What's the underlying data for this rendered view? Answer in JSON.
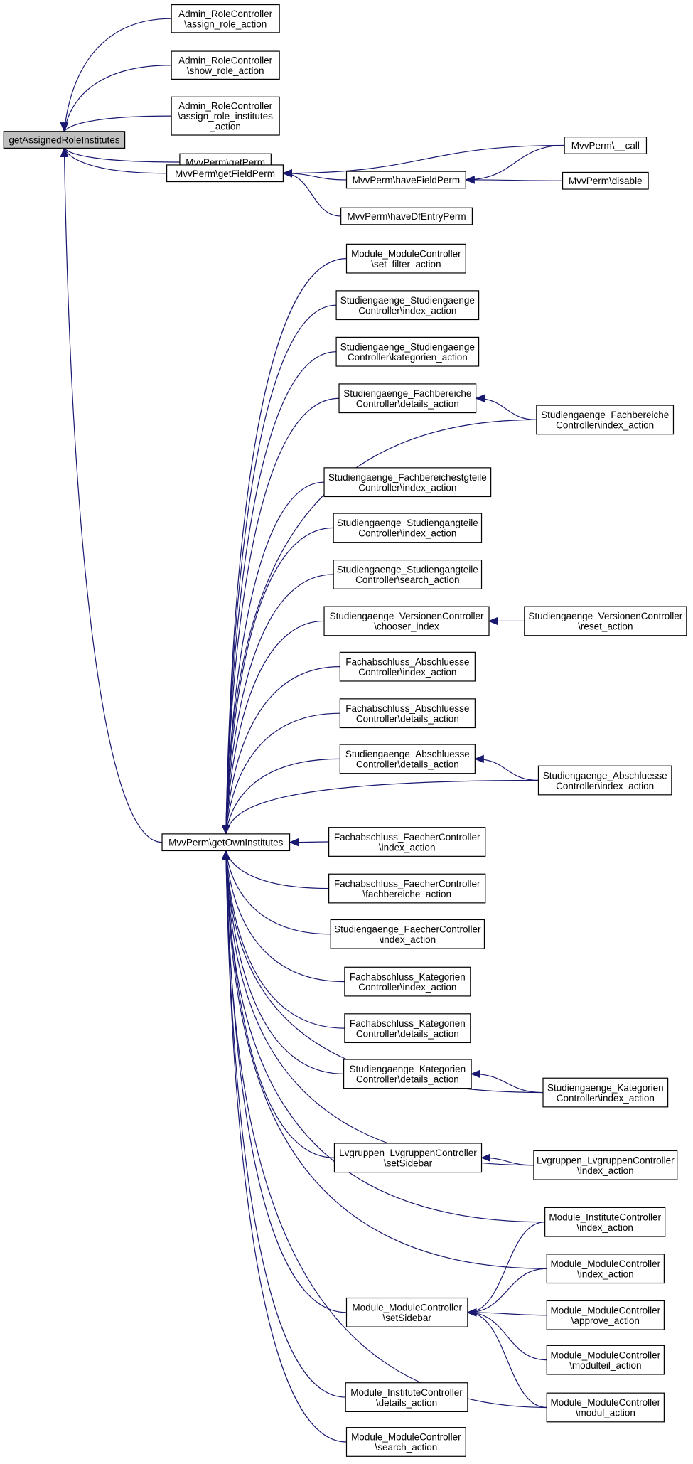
{
  "nodes": {
    "root": [
      "getAssignedRoleInstitutes"
    ],
    "arc_assign_role": [
      "Admin_RoleController",
      "\\assign_role_action"
    ],
    "arc_show_role": [
      "Admin_RoleController",
      "\\show_role_action"
    ],
    "arc_assign_inst": [
      "Admin_RoleController",
      "\\assign_role_institutes",
      "_action"
    ],
    "mvv_getperm": [
      "MvvPerm\\getPerm"
    ],
    "mvv_getfieldperm": [
      "MvvPerm\\getFieldPerm"
    ],
    "mvv_call": [
      "MvvPerm\\__call"
    ],
    "mvv_havefieldperm": [
      "MvvPerm\\haveFieldPerm"
    ],
    "mvv_disable": [
      "MvvPerm\\disable"
    ],
    "mvv_havedfentryperm": [
      "MvvPerm\\haveDfEntryPerm"
    ],
    "mvv_getowninst": [
      "MvvPerm\\getOwnInstitutes"
    ],
    "mod_set_filter": [
      "Module_ModuleController",
      "\\set_filter_action"
    ],
    "sg_index": [
      "Studiengaenge_Studiengaenge",
      "Controller\\index_action"
    ],
    "sg_kategorien": [
      "Studiengaenge_Studiengaenge",
      "Controller\\kategorien_action"
    ],
    "sg_fb_details": [
      "Studiengaenge_Fachbereiche",
      "Controller\\details_action"
    ],
    "sg_fb_index": [
      "Studiengaenge_Fachbereiche",
      "Controller\\index_action"
    ],
    "sg_fbst_index": [
      "Studiengaenge_Fachbereichestgteile",
      "Controller\\index_action"
    ],
    "sg_sgt_index": [
      "Studiengaenge_Studiengangteile",
      "Controller\\index_action"
    ],
    "sg_sgt_search": [
      "Studiengaenge_Studiengangteile",
      "Controller\\search_action"
    ],
    "sg_ver_chooser": [
      "Studiengaenge_VersionenController",
      "\\chooser_index"
    ],
    "sg_ver_reset": [
      "Studiengaenge_VersionenController",
      "\\reset_action"
    ],
    "fa_abs_index": [
      "Fachabschluss_Abschluesse",
      "Controller\\index_action"
    ],
    "fa_abs_details": [
      "Fachabschluss_Abschluesse",
      "Controller\\details_action"
    ],
    "sg_abs_details": [
      "Studiengaenge_Abschluesse",
      "Controller\\details_action"
    ],
    "sg_abs_index": [
      "Studiengaenge_Abschluesse",
      "Controller\\index_action"
    ],
    "fa_fae_index": [
      "Fachabschluss_FaecherController",
      "\\index_action"
    ],
    "fa_fae_fb": [
      "Fachabschluss_FaecherController",
      "\\fachbereiche_action"
    ],
    "sg_fae_index": [
      "Studiengaenge_FaecherController",
      "\\index_action"
    ],
    "fa_kat_index": [
      "Fachabschluss_Kategorien",
      "Controller\\index_action"
    ],
    "fa_kat_details": [
      "Fachabschluss_Kategorien",
      "Controller\\details_action"
    ],
    "sg_kat_details": [
      "Studiengaenge_Kategorien",
      "Controller\\details_action"
    ],
    "sg_kat_index": [
      "Studiengaenge_Kategorien",
      "Controller\\index_action"
    ],
    "lvg_sidebar": [
      "Lvgruppen_LvgruppenController",
      "\\setSidebar"
    ],
    "lvg_index": [
      "Lvgruppen_LvgruppenController",
      "\\index_action"
    ],
    "mi_index": [
      "Module_InstituteController",
      "\\index_action"
    ],
    "mm_index": [
      "Module_ModuleController",
      "\\index_action"
    ],
    "mm_sidebar": [
      "Module_ModuleController",
      "\\setSidebar"
    ],
    "mm_approve": [
      "Module_ModuleController",
      "\\approve_action"
    ],
    "mm_modulteil": [
      "Module_ModuleController",
      "\\modulteil_action"
    ],
    "mm_modul": [
      "Module_ModuleController",
      "\\modul_action"
    ],
    "mi_details": [
      "Module_InstituteController",
      "\\details_action"
    ],
    "mm_search": [
      "Module_ModuleController",
      "\\search_action"
    ]
  },
  "edges": [
    [
      "arc_assign_role",
      "root"
    ],
    [
      "arc_show_role",
      "root"
    ],
    [
      "arc_assign_inst",
      "root"
    ],
    [
      "mvv_getperm",
      "root"
    ],
    [
      "mvv_getfieldperm",
      "root"
    ],
    [
      "mvv_getowninst",
      "root"
    ],
    [
      "mvv_call",
      "mvv_getfieldperm"
    ],
    [
      "mvv_havefieldperm",
      "mvv_getfieldperm"
    ],
    [
      "mvv_havedfentryperm",
      "mvv_getfieldperm"
    ],
    [
      "mvv_call",
      "mvv_havefieldperm"
    ],
    [
      "mvv_disable",
      "mvv_havefieldperm"
    ],
    [
      "mod_set_filter",
      "mvv_getowninst"
    ],
    [
      "sg_index",
      "mvv_getowninst"
    ],
    [
      "sg_kategorien",
      "mvv_getowninst"
    ],
    [
      "sg_fb_details",
      "mvv_getowninst"
    ],
    [
      "sg_fb_index",
      "mvv_getowninst"
    ],
    [
      "sg_fb_index",
      "sg_fb_details"
    ],
    [
      "sg_fbst_index",
      "mvv_getowninst"
    ],
    [
      "sg_sgt_index",
      "mvv_getowninst"
    ],
    [
      "sg_sgt_search",
      "mvv_getowninst"
    ],
    [
      "sg_ver_chooser",
      "mvv_getowninst"
    ],
    [
      "sg_ver_reset",
      "sg_ver_chooser"
    ],
    [
      "fa_abs_index",
      "mvv_getowninst"
    ],
    [
      "fa_abs_details",
      "mvv_getowninst"
    ],
    [
      "sg_abs_details",
      "mvv_getowninst"
    ],
    [
      "sg_abs_index",
      "mvv_getowninst"
    ],
    [
      "sg_abs_index",
      "sg_abs_details"
    ],
    [
      "fa_fae_index",
      "mvv_getowninst"
    ],
    [
      "fa_fae_fb",
      "mvv_getowninst"
    ],
    [
      "sg_fae_index",
      "mvv_getowninst"
    ],
    [
      "fa_kat_index",
      "mvv_getowninst"
    ],
    [
      "fa_kat_details",
      "mvv_getowninst"
    ],
    [
      "sg_kat_details",
      "mvv_getowninst"
    ],
    [
      "sg_kat_index",
      "mvv_getowninst"
    ],
    [
      "sg_kat_index",
      "sg_kat_details"
    ],
    [
      "lvg_sidebar",
      "mvv_getowninst"
    ],
    [
      "lvg_index",
      "mvv_getowninst"
    ],
    [
      "lvg_index",
      "lvg_sidebar"
    ],
    [
      "mi_index",
      "mvv_getowninst"
    ],
    [
      "mm_index",
      "mvv_getowninst"
    ],
    [
      "mm_sidebar",
      "mvv_getowninst"
    ],
    [
      "mi_index",
      "mm_sidebar"
    ],
    [
      "mm_index",
      "mm_sidebar"
    ],
    [
      "mm_approve",
      "mm_sidebar"
    ],
    [
      "mm_modulteil",
      "mm_sidebar"
    ],
    [
      "mm_modul",
      "mm_sidebar"
    ],
    [
      "mm_modul",
      "mvv_getowninst"
    ],
    [
      "mi_details",
      "mvv_getowninst"
    ],
    [
      "mm_search",
      "mvv_getowninst"
    ]
  ]
}
